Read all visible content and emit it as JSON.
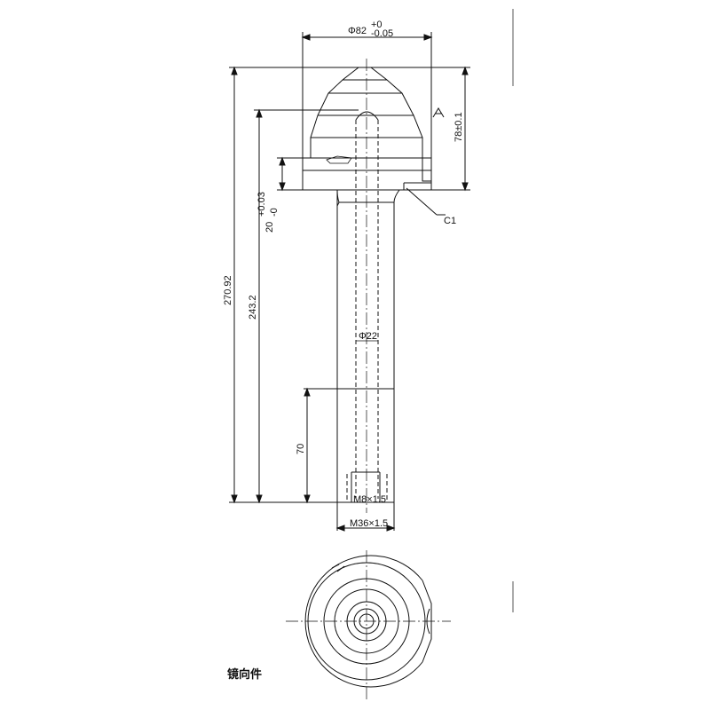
{
  "dimensions": {
    "top_diameter": "Φ82",
    "top_diameter_upper_tol": "+0",
    "top_diameter_lower_tol": "-0.05",
    "height_78": "78±0.1",
    "chamfer": "C1",
    "height_20": "20",
    "height_20_upper_tol": "+0.03",
    "height_20_lower_tol": "-0",
    "total_length": "270.92",
    "length_243": "243.2",
    "thread_length": "70",
    "bore_diameter": "Φ22",
    "thread_spec": "M36×1.5",
    "thread_small_label": "M8×1.5"
  },
  "view_label": "镜向件"
}
